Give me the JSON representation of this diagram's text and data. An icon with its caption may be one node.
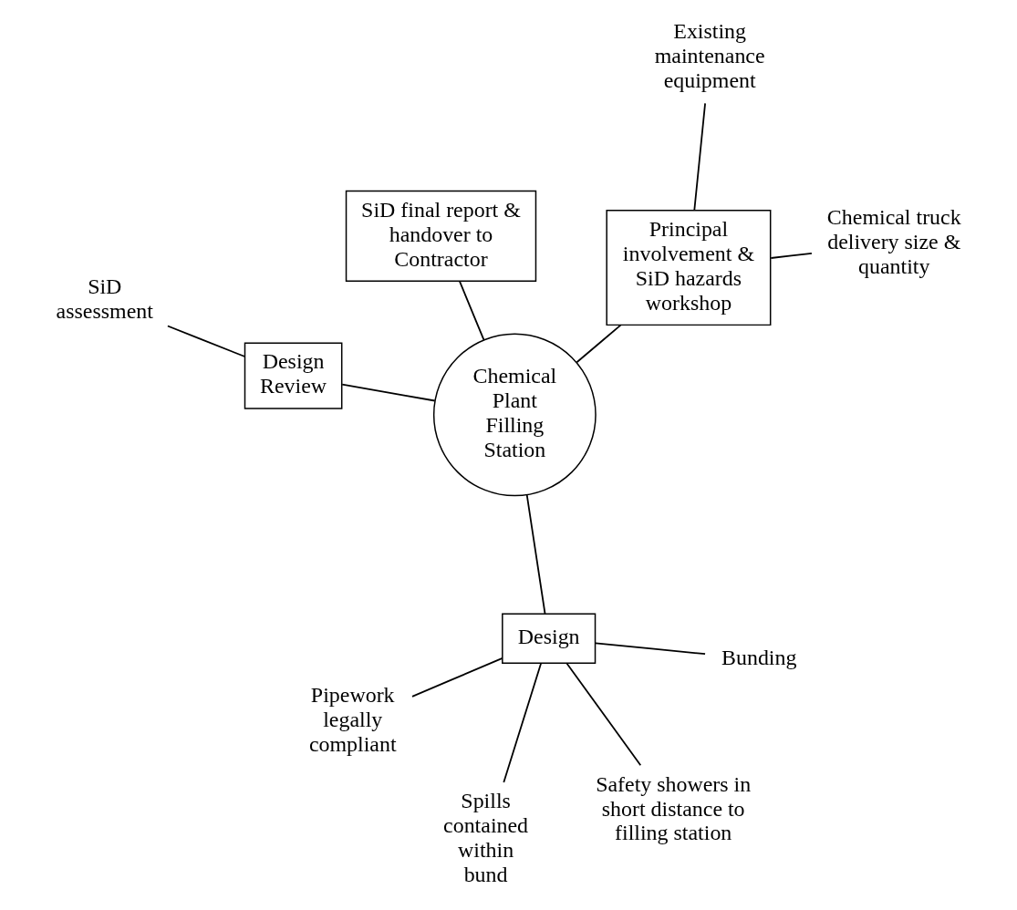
{
  "diagram": {
    "nodes": [
      {
        "text": [
          "Chemical Plant Filling Station"
        ]
      },
      {
        "text": [
          "Principal involvement & SiD hazards workshop"
        ]
      },
      {
        "text": [
          "Chemical truck delivery size & quantity"
        ]
      },
      {
        "text": [
          "Existing maintenance equipment"
        ]
      },
      {
        "text": [
          "SiD final report & handover to Contractor"
        ]
      },
      {
        "text": [
          "Design"
        ]
      },
      {
        "text": [
          "Pipework legally compliant"
        ]
      },
      {
        "text": [
          "Bunding"
        ]
      },
      {
        "text": [
          "Spills contained within bund"
        ]
      },
      {
        "text": [
          "Safety showers in short distance to filling station"
        ]
      },
      {
        "text": [
          "Design Review"
        ]
      },
      {
        "text": [
          "SiD assessment"
        ]
      }
    ],
    "edges": [
      {
        "from": 2,
        "to": 1,
        "arrow": "none"
      },
      {
        "from": 3,
        "to": 1,
        "arrow": "none"
      },
      {
        "from": 1,
        "to": 0,
        "arrow": "none"
      },
      {
        "from": 4,
        "to": 0,
        "arrow": "none"
      },
      {
        "from": 0,
        "to": 5,
        "arrow": "none"
      },
      {
        "from": 5,
        "to": 6,
        "arrow": "none"
      },
      {
        "from": 5,
        "to": 7,
        "arrow": "none"
      },
      {
        "from": 5,
        "to": 8,
        "arrow": "none"
      },
      {
        "from": 5,
        "to": 9,
        "arrow": "none"
      },
      {
        "from": 0,
        "to": 10,
        "arrow": "none"
      },
      {
        "from": 10,
        "to": 11,
        "arrow": "none"
      }
    ]
  }
}
